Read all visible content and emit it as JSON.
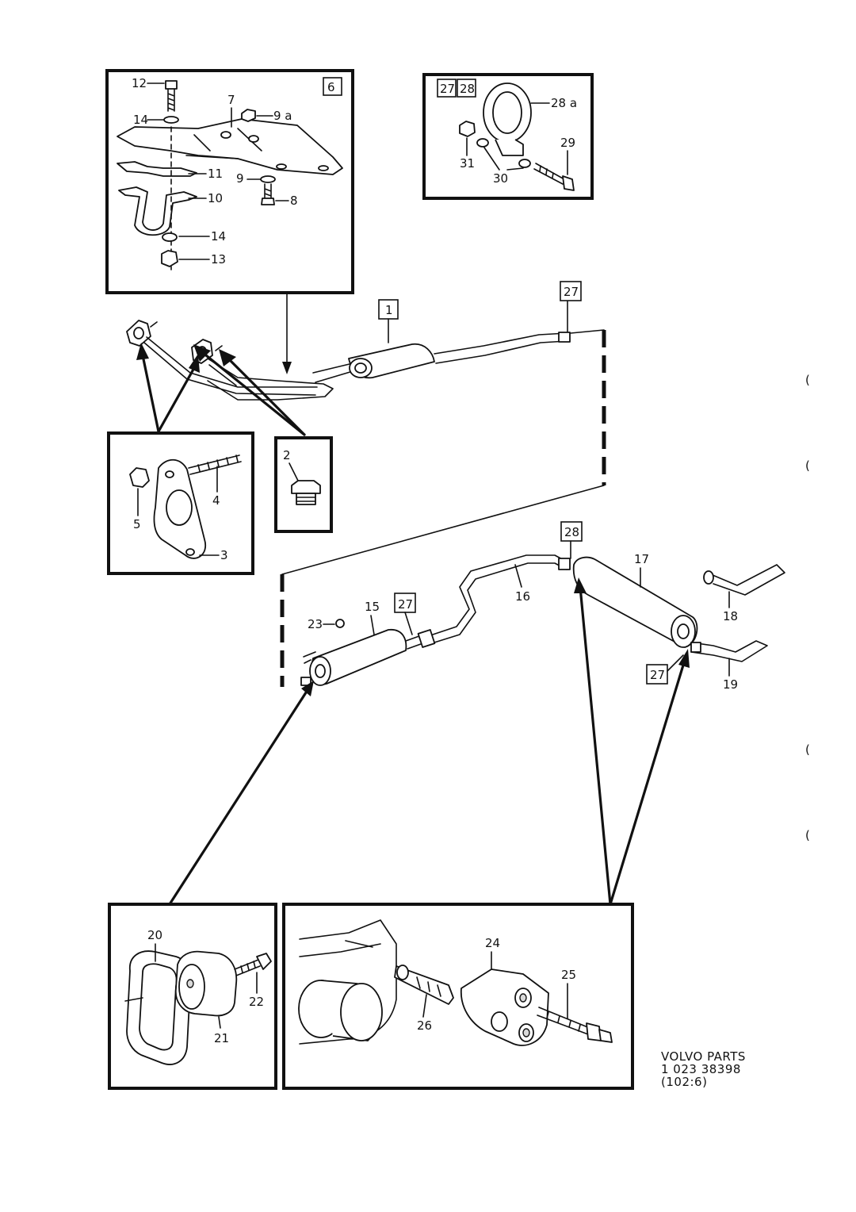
{
  "callouts": {
    "c1": "1",
    "c2": "2",
    "c3": "3",
    "c4": "4",
    "c5": "5",
    "c6": "6",
    "c7": "7",
    "c8": "8",
    "c9": "9",
    "c9a": "9 a",
    "c10": "10",
    "c11": "11",
    "c12": "12",
    "c13": "13",
    "c14": "14",
    "c15": "15",
    "c16": "16",
    "c17": "17",
    "c18": "18",
    "c19": "19",
    "c20": "20",
    "c21": "21",
    "c22": "22",
    "c23": "23",
    "c24": "24",
    "c25": "25",
    "c26": "26",
    "c27": "27",
    "c28": "28",
    "c28a": "28 a",
    "c29": "29",
    "c30": "30",
    "c31": "31"
  },
  "footer": {
    "line1": "VOLVO PARTS",
    "line2": "1 023 38398",
    "line3": "(102:6)"
  },
  "margin_marks": {
    "paren": "("
  }
}
